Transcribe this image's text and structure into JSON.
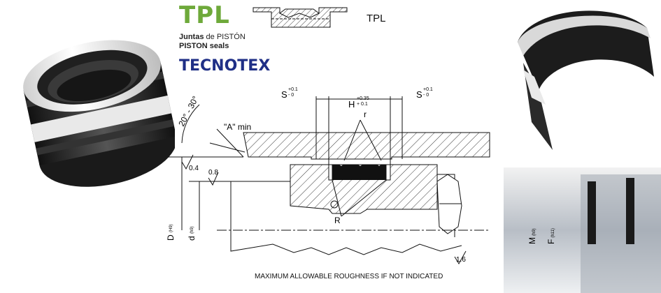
{
  "brand": {
    "product_code": "TPL",
    "subtitle_es_bold": "Juntas",
    "subtitle_es_rest": " de PISTÓN",
    "subtitle_en": "PISTON seals",
    "logo_text": "TECNOTEX",
    "logo_color": "#1f2f86",
    "code_color": "#6ea93a"
  },
  "profile_label": "TPL",
  "dimensions": {
    "s_left": "S",
    "s_tol_plus": "+0.1",
    "s_tol_minus": "- 0",
    "h_label": "H",
    "h_tol_plus": "+0.35",
    "h_tol_minus": "+ 0.1",
    "r_small": "r",
    "r_large": "R",
    "angle": "20° - 30°",
    "a_min": "\"A\" min",
    "rough_04": "0.4",
    "rough_08": "0.8",
    "rough_16": "1.6",
    "d_bore": "D",
    "d_bore_tol": "(H9)",
    "d_groove": "d",
    "d_groove_tol": "(h9)",
    "m_dia": "M",
    "m_dia_tol": "(h9)",
    "f_dia": "F",
    "f_dia_tol": "(h11)"
  },
  "footer_note": "MAXIMUM ALLOWABLE ROUGHNESS IF NOT INDICATED"
}
